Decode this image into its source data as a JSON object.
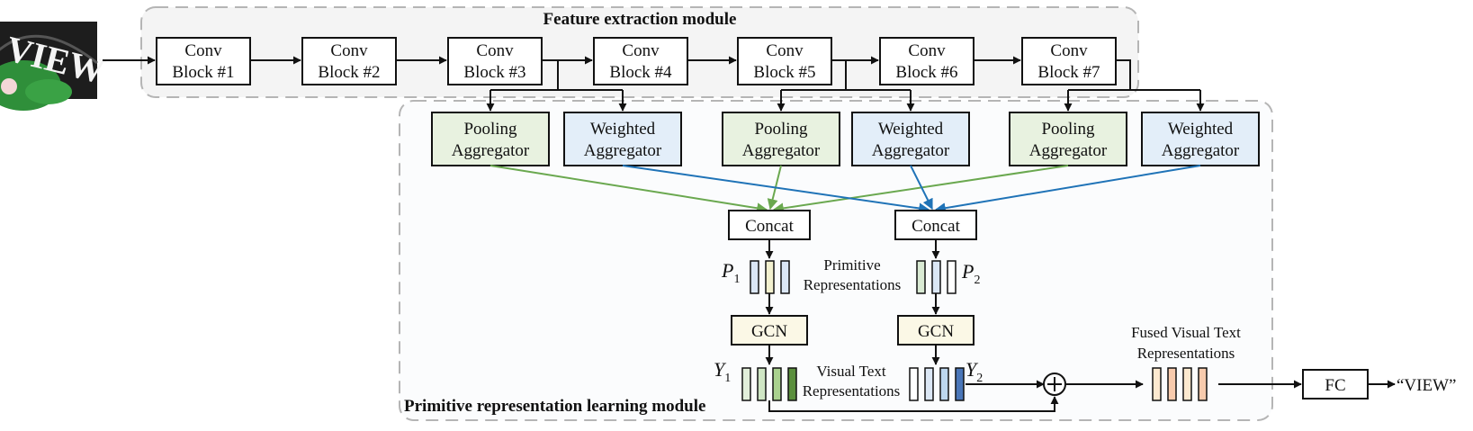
{
  "modules": {
    "feature_extraction": "Feature extraction module",
    "primitive_learning": "Primitive representation learning module"
  },
  "input_image": {
    "text": "VIEW",
    "colors": {
      "background": "#1d1d1d",
      "text": "#f4f4f4",
      "leaf": "#2f8f3a"
    }
  },
  "conv_blocks": [
    {
      "line1": "Conv",
      "line2": "Block #1"
    },
    {
      "line1": "Conv",
      "line2": "Block #2"
    },
    {
      "line1": "Conv",
      "line2": "Block #3"
    },
    {
      "line1": "Conv",
      "line2": "Block #4"
    },
    {
      "line1": "Conv",
      "line2": "Block #5"
    },
    {
      "line1": "Conv",
      "line2": "Block #6"
    },
    {
      "line1": "Conv",
      "line2": "Block #7"
    }
  ],
  "aggregators": [
    {
      "kind": "pooling",
      "line1": "Pooling",
      "line2": "Aggregator"
    },
    {
      "kind": "weighted",
      "line1": "Weighted",
      "line2": "Aggregator"
    },
    {
      "kind": "pooling",
      "line1": "Pooling",
      "line2": "Aggregator"
    },
    {
      "kind": "weighted",
      "line1": "Weighted",
      "line2": "Aggregator"
    },
    {
      "kind": "pooling",
      "line1": "Pooling",
      "line2": "Aggregator"
    },
    {
      "kind": "weighted",
      "line1": "Weighted",
      "line2": "Aggregator"
    }
  ],
  "concat_label": "Concat",
  "gcn_label": "GCN",
  "fc_label": "FC",
  "symbols": {
    "p1": {
      "base": "P",
      "sub": "1"
    },
    "p2": {
      "base": "P",
      "sub": "2"
    },
    "y1": {
      "base": "Y",
      "sub": "1"
    },
    "y2": {
      "base": "Y",
      "sub": "2"
    }
  },
  "labels": {
    "primitive": [
      "Primitive",
      "Representations"
    ],
    "visual_text": [
      "Visual Text",
      "Representations"
    ],
    "fused": [
      "Fused Visual Text",
      "Representations"
    ],
    "output": "“VIEW”"
  },
  "colors": {
    "pooling_fill": "#e8f2e0",
    "weighted_fill": "#e3eef9",
    "pooling_arrow": "#6aa84f",
    "weighted_arrow": "#1f73b7",
    "gcn_fill": "#fbf8e6",
    "module_fill": "#f4f4f4",
    "module_border": "#b5b5b5"
  },
  "feature_bars": {
    "p1": [
      "#dbe7f5",
      "#f3f1cf",
      "#dbe7f5"
    ],
    "p2": [
      "#d9ead3",
      "#dbe7f5",
      "#ffffff"
    ],
    "y1": [
      "#e2efda",
      "#cfe6c4",
      "#a9d18e",
      "#5b8f3d"
    ],
    "y2": [
      "#ffffff",
      "#dbe7f5",
      "#bdd7ee",
      "#4a76b8"
    ],
    "fused": [
      "#fde9cf",
      "#f8cbad",
      "#fde9cf",
      "#f8cbad"
    ]
  }
}
